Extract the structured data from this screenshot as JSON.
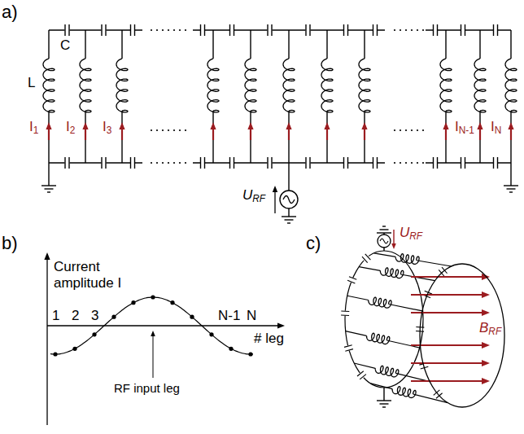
{
  "diagram": {
    "labels": [
      "a)",
      "C",
      "L",
      "I1",
      "I2",
      "I3",
      "IN-1",
      "IN",
      "URF",
      "b)",
      "Current amplitude I",
      "1",
      "2",
      "3",
      "N-1",
      "N",
      "# leg",
      "RF input leg",
      "c)",
      "URF",
      "BRF"
    ]
  }
}
